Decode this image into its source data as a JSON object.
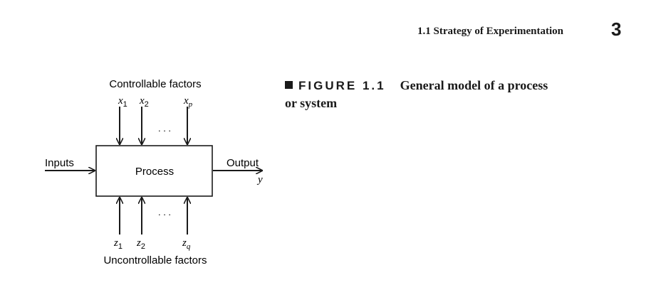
{
  "header": {
    "running_head": "1.1 Strategy of Experimentation",
    "page_number": "3"
  },
  "figure": {
    "label": "FIGURE 1.1",
    "caption": "General model of a process or system"
  },
  "diagram": {
    "top_label": "Controllable factors",
    "bottom_label": "Uncontrollable factors",
    "input_label": "Inputs",
    "output_label": "Output",
    "output_symbol": "y",
    "process_label": "Process",
    "ellipsis": ". . .",
    "controllable": [
      {
        "base": "x",
        "sub": "1"
      },
      {
        "base": "x",
        "sub": "2"
      },
      {
        "base": "x",
        "sub": "p"
      }
    ],
    "uncontrollable": [
      {
        "base": "z",
        "sub": "1"
      },
      {
        "base": "z",
        "sub": "2"
      },
      {
        "base": "z",
        "sub": "q"
      }
    ]
  }
}
